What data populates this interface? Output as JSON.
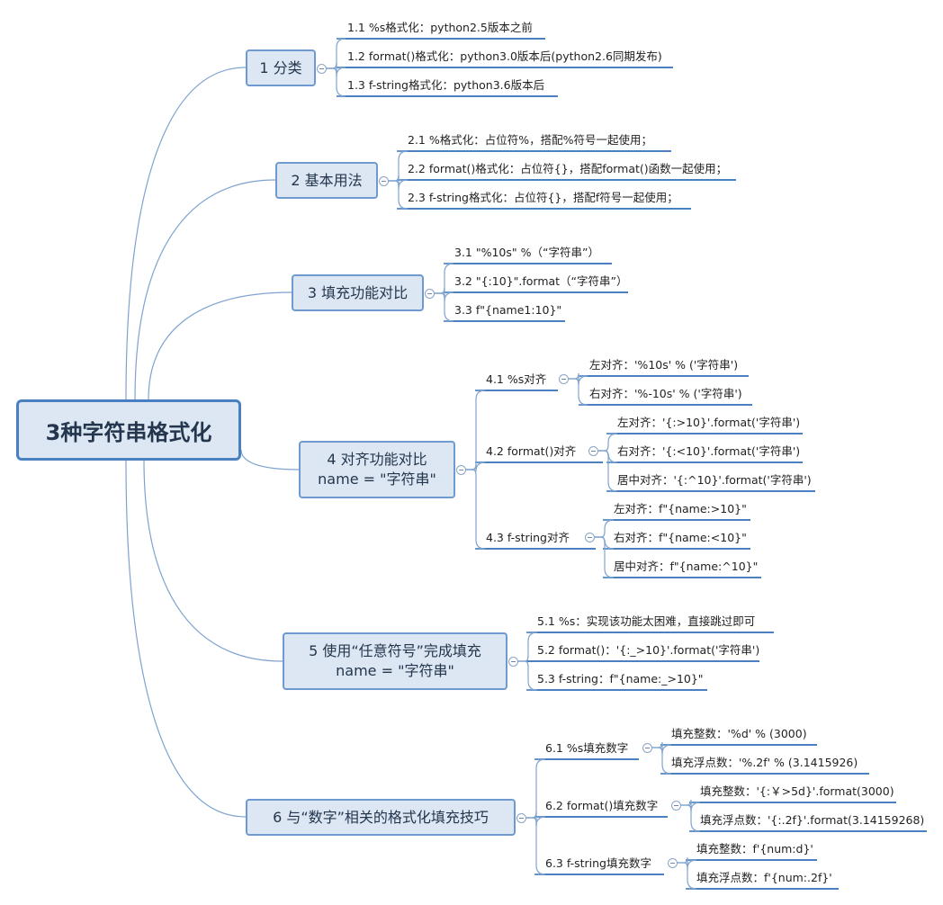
{
  "root": {
    "label": "3种字符串格式化"
  },
  "topics": [
    {
      "label": "1 分类",
      "items": [
        "1.1 %s格式化：python2.5版本之前",
        "1.2 format()格式化：python3.0版本后(python2.6同期发布)",
        "1.3 f-string格式化：python3.6版本后"
      ]
    },
    {
      "label": "2 基本用法",
      "items": [
        "2.1 %格式化：占位符%，搭配%符号一起使用；",
        "2.2 format()格式化：占位符{}，搭配format()函数一起使用；",
        "2.3 f-string格式化：占位符{}，搭配f符号一起使用；"
      ]
    },
    {
      "label": "3 填充功能对比",
      "items": [
        "3.1 \"%10s\" %（“字符串”）",
        "3.2 \"{:10}\".format（“字符串”）",
        "3.3 f\"{name1:10}\""
      ]
    },
    {
      "label": "4 对齐功能对比\nname = \"字符串\"",
      "subs": [
        {
          "label": "4.1 %s对齐",
          "items": [
            "左对齐：'%10s' % ('字符串')",
            "右对齐：'%-10s' % ('字符串')"
          ]
        },
        {
          "label": "4.2 format()对齐",
          "items": [
            "左对齐：'{:>10}'.format('字符串')",
            "右对齐：'{:<10}'.format('字符串')",
            "居中对齐：'{:^10}'.format('字符串')"
          ]
        },
        {
          "label": "4.3 f-string对齐",
          "items": [
            "左对齐：f\"{name:>10}\"",
            "右对齐：f\"{name:<10}\"",
            "居中对齐：f\"{name:^10}\""
          ]
        }
      ]
    },
    {
      "label": "5 使用“任意符号”完成填充\nname = \"字符串\"",
      "items": [
        "5.1 %s：实现该功能太困难，直接跳过即可",
        "5.2 format()：'{:_>10}'.format('字符串')",
        "5.3 f-string：f\"{name:_>10}\""
      ]
    },
    {
      "label": "6 与“数字”相关的格式化填充技巧",
      "subs": [
        {
          "label": "6.1 %s填充数字",
          "items": [
            "填充整数：'%d' % (3000)",
            "填充浮点数：'%.2f' % (3.1415926)"
          ]
        },
        {
          "label": "6.2 format()填充数字",
          "items": [
            "填充整数：'{:￥>5d}'.format(3000)",
            "填充浮点数：'{:.2f}'.format(3.14159268)"
          ]
        },
        {
          "label": "6.3 f-string填充数字",
          "items": [
            "填充整数：f'{num:d}'",
            "填充浮点数：f'{num:.2f}'"
          ]
        }
      ]
    }
  ],
  "colors": {
    "wire": "#7ea3d0",
    "underline": "#4a7fc0",
    "topic_fill": "#dde7f3",
    "topic_border": "#6f9ad0"
  }
}
